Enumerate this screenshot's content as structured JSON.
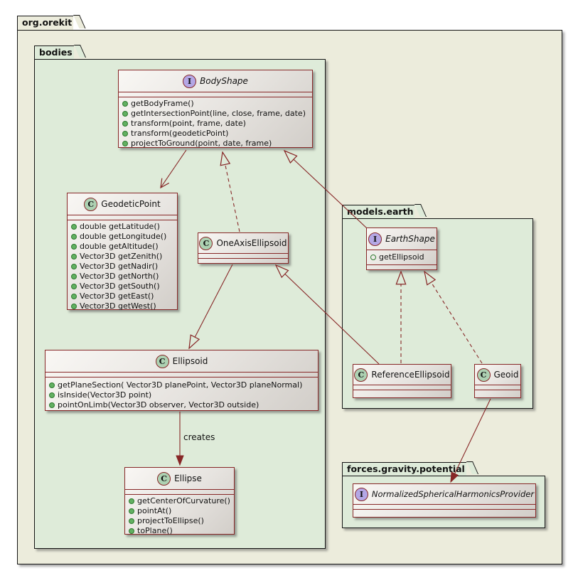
{
  "packages": {
    "root": {
      "label": "org.orekit"
    },
    "bodies": {
      "label": "bodies"
    },
    "models_earth": {
      "label": "models.earth"
    },
    "forces": {
      "label": "forces.gravity.potential"
    }
  },
  "classes": {
    "body_shape": {
      "stereotype": "I",
      "name": "BodyShape",
      "kind": "interface",
      "methods": [
        "getBodyFrame()",
        "getIntersectionPoint(line, close, frame, date)",
        "transform(point, frame, date)",
        "transform(geodeticPoint)",
        "projectToGround(point, date, frame)"
      ]
    },
    "geodetic_point": {
      "stereotype": "C",
      "name": "GeodeticPoint",
      "kind": "class",
      "methods": [
        "double getLatitude()",
        "double getLongitude()",
        "double getAltitude()",
        "Vector3D getZenith()",
        "Vector3D getNadir()",
        "Vector3D getNorth()",
        "Vector3D getSouth()",
        "Vector3D getEast()",
        "Vector3D getWest()"
      ]
    },
    "one_axis_ellipsoid": {
      "stereotype": "C",
      "name": "OneAxisEllipsoid",
      "kind": "class",
      "methods": []
    },
    "earth_shape": {
      "stereotype": "I",
      "name": "EarthShape",
      "kind": "interface",
      "fields": [
        "getEllipsoid"
      ]
    },
    "ellipsoid": {
      "stereotype": "C",
      "name": "Ellipsoid",
      "kind": "class",
      "methods": [
        "getPlaneSection( Vector3D planePoint, Vector3D planeNormal)",
        "isInside(Vector3D point)",
        "pointOnLimb(Vector3D observer, Vector3D outside)"
      ]
    },
    "reference_ellipsoid": {
      "stereotype": "C",
      "name": "ReferenceEllipsoid",
      "kind": "class",
      "methods": []
    },
    "geoid": {
      "stereotype": "C",
      "name": "Geoid",
      "kind": "class",
      "methods": []
    },
    "ellipse": {
      "stereotype": "C",
      "name": "Ellipse",
      "kind": "class",
      "methods": [
        "getCenterOfCurvature()",
        "pointAt()",
        "projectToEllipse()",
        "toPlane()"
      ]
    },
    "nsh_provider": {
      "stereotype": "I",
      "name": "NormalizedSphericalHarmonicsProvider",
      "kind": "interface",
      "methods": []
    }
  },
  "labels": {
    "creates": "creates"
  },
  "relationships": [
    {
      "from": "BodyShape",
      "to": "GeodeticPoint",
      "type": "association-arrow",
      "line": "solid"
    },
    {
      "from": "OneAxisEllipsoid",
      "to": "BodyShape",
      "type": "realization",
      "line": "dashed"
    },
    {
      "from": "EarthShape",
      "to": "BodyShape",
      "type": "generalization",
      "line": "solid"
    },
    {
      "from": "OneAxisEllipsoid",
      "to": "Ellipsoid",
      "type": "generalization",
      "line": "solid"
    },
    {
      "from": "ReferenceEllipsoid",
      "to": "OneAxisEllipsoid",
      "type": "generalization",
      "line": "solid"
    },
    {
      "from": "ReferenceEllipsoid",
      "to": "EarthShape",
      "type": "realization",
      "line": "dashed"
    },
    {
      "from": "Geoid",
      "to": "EarthShape",
      "type": "realization",
      "line": "dashed"
    },
    {
      "from": "Ellipsoid",
      "to": "Ellipse",
      "type": "dependency",
      "label": "creates",
      "line": "solid"
    },
    {
      "from": "Geoid",
      "to": "NormalizedSphericalHarmonicsProvider",
      "type": "association-arrow",
      "line": "solid"
    }
  ],
  "colors": {
    "edge_and_class_border": "#872727",
    "outer_package_fill": "#ECECDC",
    "inner_package_fill": "#DEEBD9",
    "class_icon_fill": "#ADD1B2",
    "interface_icon_fill": "#B4A7E5",
    "public_method_dot": "#62B062"
  }
}
